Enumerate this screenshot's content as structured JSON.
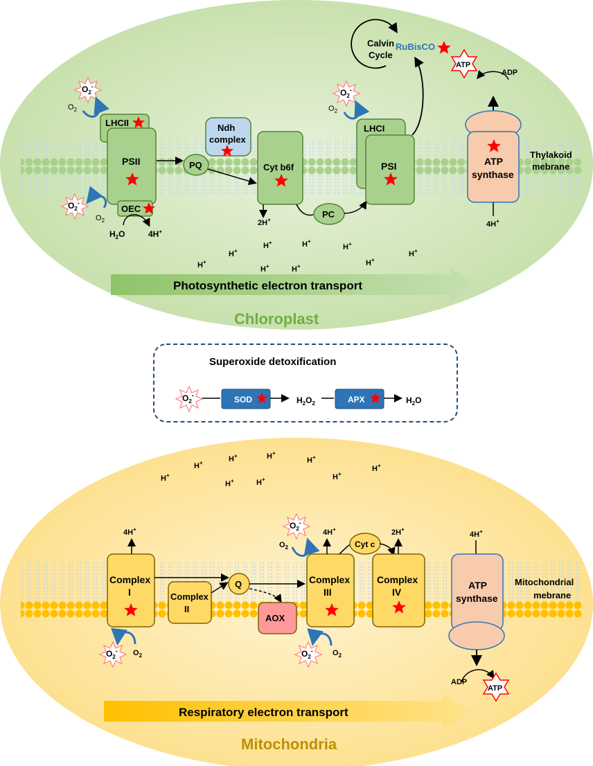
{
  "chloroplast": {
    "title": "Chloroplast",
    "membrane_label_1": "Thylakoid",
    "membrane_label_2": "mebrane",
    "arrow_label": "Photosynthetic electron transport",
    "complexes": {
      "lhcii": "LHCII",
      "psii": "PSII",
      "oec": "OEC",
      "pq": "PQ",
      "ndh_1": "Ndh",
      "ndh_2": "complex",
      "cytb6f": "Cyt b6f",
      "pc": "PC",
      "lhci": "LHCI",
      "psi": "PSI",
      "atp_synthase_1": "ATP",
      "atp_synthase_2": "synthase",
      "calvin_1": "Calvin",
      "calvin_2": "Cycle",
      "rubisco": "RuBisCO"
    },
    "labels": {
      "h2o": "H",
      "h2o_sub": "2",
      "h2o_o": "O",
      "four_h": "4H",
      "two_h": "2H",
      "plus": "+",
      "adp": "ADP",
      "atp": "ATP",
      "o2": "O",
      "o2_sub": "2",
      "superoxide": "O",
      "superoxide_sub": "2",
      "superoxide_sup": "-",
      "h": "H"
    }
  },
  "detox": {
    "title": "Superoxide detoxification",
    "sod": "SOD",
    "h2o2_a": "H",
    "h2o2_sub1": "2",
    "h2o2_b": "O",
    "h2o2_sub2": "2",
    "apx": "APX",
    "h2o_a": "H",
    "h2o_sub": "2",
    "h2o_b": "O"
  },
  "mitochondria": {
    "title": "Mitochondria",
    "membrane_label_1": "Mitochondrial",
    "membrane_label_2": "mebrane",
    "arrow_label": "Respiratory electron transport",
    "complexes": {
      "c1_a": "Complex",
      "c1_b": "I",
      "c2_a": "Complex",
      "c2_b": "II",
      "q": "Q",
      "aox": "AOX",
      "c3_a": "Complex",
      "c3_b": "III",
      "cytc": "Cyt c",
      "c4_a": "Complex",
      "c4_b": "IV",
      "atp_synthase_1": "ATP",
      "atp_synthase_2": "synthase"
    }
  },
  "colors": {
    "chloro_fill": "#d6e7bf",
    "chloro_green": "#a9d18e",
    "chloro_stroke": "#548235",
    "mito_fill": "#fde9a6",
    "mito_yellow": "#ffd966",
    "mito_stroke": "#bf9000",
    "atp_synth": "#f8cbad",
    "aox": "#ff9999",
    "detox_blue": "#2e75b6",
    "star": "#ff0000"
  }
}
